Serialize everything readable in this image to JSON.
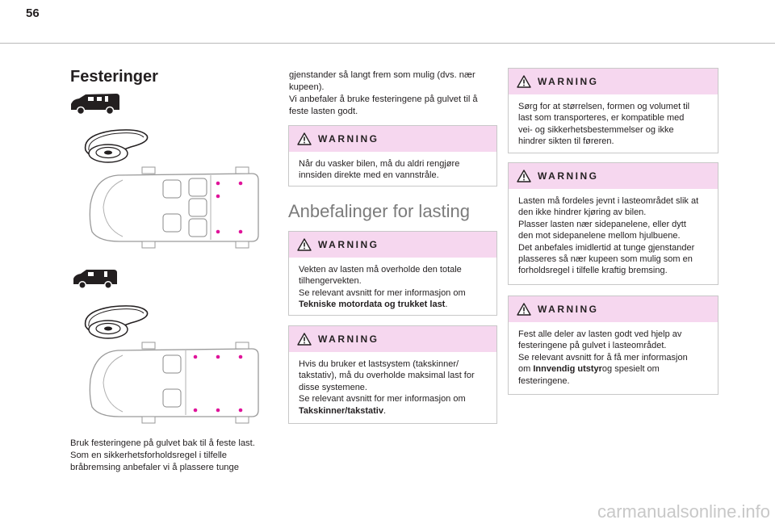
{
  "page_number": "56",
  "heading": "Festeringer",
  "left_caption": [
    "Bruk festeringene på gulvet bak til å feste last.",
    "Som en sikkerhetsforholdsregel i tilfelle",
    "bråbremsing anbefaler vi å plassere tunge"
  ],
  "mid_intro": [
    "gjenstander så langt frem som mulig (dvs. nær",
    "kupeen).",
    "Vi anbefaler å bruke festeringene på gulvet til å",
    "feste lasten godt."
  ],
  "section_heading": "Anbefalinger for lasting",
  "warning_label": "WARNING",
  "warnings": {
    "w1": {
      "lines": [
        "Når du vasker bilen, må du aldri rengjøre",
        "innsiden direkte med en vannstråle."
      ]
    },
    "w2": {
      "lines": [
        "Vekten av lasten må overholde den totale",
        "tilhengervekten.",
        "Se relevant avsnitt for mer informasjon om"
      ],
      "bold": "Tekniske motordata og trukket last",
      "tail": "."
    },
    "w3": {
      "lines": [
        "Hvis du bruker et lastsystem (takskinner/",
        "takstativ), må du overholde maksimal last for",
        "disse systemene.",
        "Se relevant avsnitt for mer informasjon om"
      ],
      "bold": "Takskinner/takstativ",
      "tail": "."
    },
    "w4": {
      "lines": [
        "Sørg for at størrelsen, formen og volumet til",
        "last som transporteres, er kompatible med",
        "vei- og sikkerhetsbestemmelser og ikke",
        "hindrer sikten til føreren."
      ]
    },
    "w5": {
      "lines": [
        "Lasten må fordeles jevnt i lasteområdet slik at",
        "den ikke hindrer kjøring av bilen.",
        "Plasser lasten nær sidepanelene, eller dytt",
        "den mot sidepanelene mellom hjulbuene.",
        "Det anbefales imidlertid at tunge gjenstander",
        "plasseres så nær kupeen som mulig som en",
        "forholdsregel i tilfelle kraftig bremsing."
      ]
    },
    "w6": {
      "lines": [
        "Fest alle deler av lasten godt ved hjelp av",
        "festeringene på gulvet i lasteområdet.",
        "Se relevant avsnitt for å få mer informasjon"
      ],
      "prefix": "om ",
      "bold": "Innvendig utstyr",
      "tail": "og spesielt om",
      "after": "festeringene."
    }
  },
  "watermark": "carmanualsonline.info",
  "colors": {
    "warning_header_bg": "#f6d7ef",
    "ring_marker": "#e0139a",
    "section_heading": "#7b7b7b"
  }
}
